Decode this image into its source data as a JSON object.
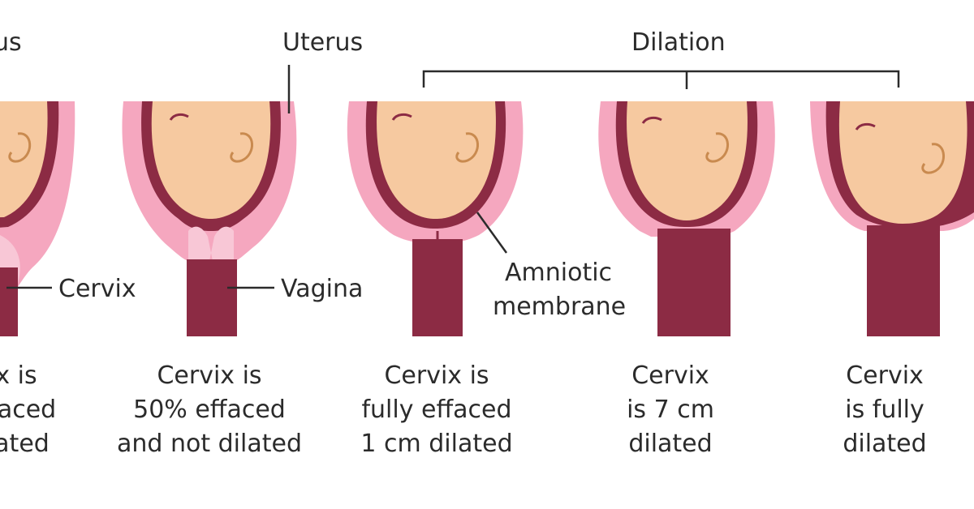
{
  "labels": {
    "uterus_cut": "us",
    "uterus": "Uterus",
    "dilation": "Dilation",
    "cervix": "Cervix",
    "vagina": "Vagina",
    "amniotic_line1": "Amniotic",
    "amniotic_line2": "membrane"
  },
  "stages": [
    {
      "lines": [
        "x is",
        "aced",
        "ated"
      ]
    },
    {
      "lines": [
        "Cervix is",
        "50% effaced",
        "and not dilated"
      ]
    },
    {
      "lines": [
        "Cervix is",
        "fully effaced",
        "1 cm dilated"
      ]
    },
    {
      "lines": [
        "Cervix",
        "is 7 cm",
        "dilated"
      ]
    },
    {
      "lines": [
        "Cervix",
        "is fully",
        "dilated"
      ]
    }
  ],
  "colors": {
    "uterus_wall": "#f5a7bf",
    "uterus_wall_light": "#f8c7d6",
    "muscle_dark": "#8c2b44",
    "baby_head": "#f6c9a0",
    "ear": "#c98a4f",
    "text": "#2b2b2b"
  }
}
